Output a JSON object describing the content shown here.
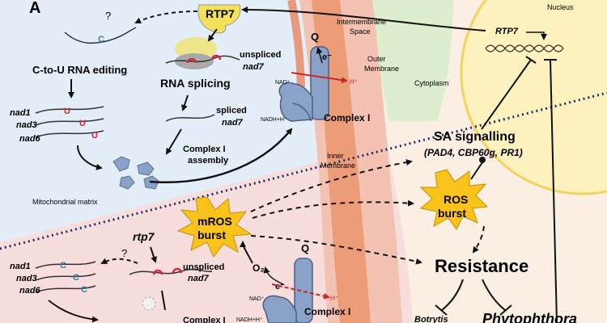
{
  "panel_letter": "A",
  "colors": {
    "matrix_bg": "#e4eef8",
    "lower_bg": "#f7e0df",
    "membrane_outer": "#f2b7a4",
    "membrane_inner": "#ec9d78",
    "cytoplasm": "#ddeecf",
    "nucleus": "#fdf1bd",
    "burst": "#f9c31b",
    "rtp7": "#f4e05a",
    "complex": "#8aa2c8",
    "edit_red": "#d3283a",
    "edit_blue": "#3a78b0"
  },
  "top": {
    "rtp7_label": "RTP7",
    "q_mark": "?",
    "editing_label": "C-to-U RNA editing",
    "splicing_label": "RNA splicing",
    "unspliced_label": "unspliced",
    "unspliced_gene": "nad7",
    "spliced_label": "spliced",
    "spliced_gene": "nad7",
    "genes": [
      "nad1",
      "nad3",
      "nad6"
    ],
    "c_letter": "C",
    "u_letter": "U",
    "assembly_line1": "Complex I",
    "assembly_line2": "assembly",
    "matrix_label": "Mitochondrial matrix",
    "complex_label": "Complex I",
    "q": "Q",
    "e": "e⁻",
    "nad_plus": "NAD⁺",
    "nadh": "NADH+H⁺",
    "h_plus": "H⁺",
    "intermembrane_line1": "Intermembrane",
    "intermembrane_line2": "Space",
    "outer_line1": "Outer",
    "outer_line2": "Membrane",
    "inner_line1": "Inner",
    "inner_line2": "Membrane",
    "cytoplasm_label": "Cytoplasm",
    "nucleus_label": "Nucleus",
    "rtp7_gene": "RTP7"
  },
  "mid": {
    "sa_title": "SA signalling",
    "sa_genes": "(PAD4, CBP60g, PR1)",
    "ros_line1": "ROS",
    "ros_line2": "burst",
    "mros_line1": "mROS",
    "mros_line2": "burst"
  },
  "bottom": {
    "rtp7_mutant": "rtp7",
    "q_mark": "?",
    "unspliced_label": "unspliced",
    "unspliced_gene": "nad7",
    "genes": [
      "nad1",
      "nad3",
      "nad6"
    ],
    "c_letter": "C",
    "o2": "O₂",
    "e": "e⁻",
    "q": "Q",
    "nad_plus": "NAD⁺",
    "nadh": "NADH+H⁺",
    "h_plus": "H⁺",
    "complex_label": "Complex I",
    "complex_partial": "Complex I",
    "resistance": "Resistance",
    "botrytis": "Botrytis",
    "phytophthora": "Phytophthora"
  }
}
